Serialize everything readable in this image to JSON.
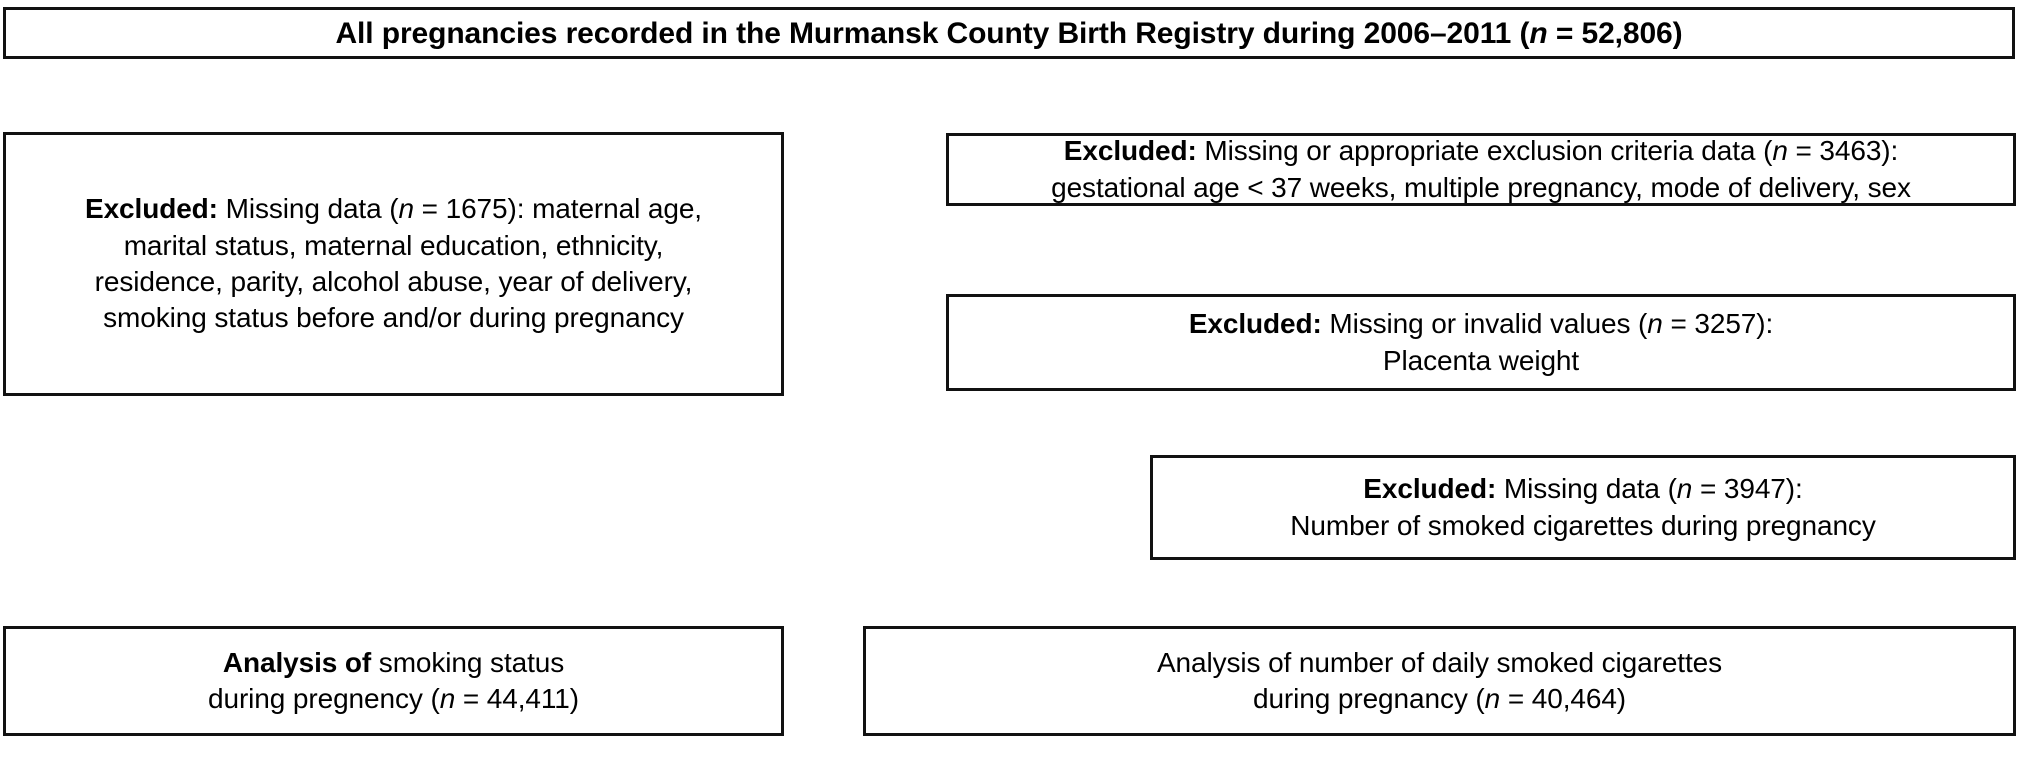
{
  "figure": {
    "type": "flowchart",
    "kind": "study-participant-flow-diagram",
    "boxes": [
      {
        "id": "title",
        "role": "cohort-source",
        "lines": [
          {
            "bold": "",
            "text": "All pregnancies recorded in the Murmansk County Birth Registry during 2006–2011 (",
            "italic_n": "n",
            "tail": " = 52,806)"
          }
        ],
        "plain_text": "All pregnancies recorded in the Murmansk County Birth Registry during 2006–2011 (n = 52,806)"
      },
      {
        "id": "excluded-1",
        "role": "exclusion",
        "label": "Excluded:",
        "n": "1675",
        "lines": [
          "Excluded: Missing data (n = 1675): maternal age,",
          "marital status, maternal education, ethnicity,",
          "residence, parity, alcohol abuse, year of delivery,",
          "smoking status before and/or during pregnancy"
        ]
      },
      {
        "id": "excluded-2",
        "role": "exclusion",
        "label": "Excluded:",
        "n": "3463",
        "lines": [
          "Excluded: Missing or appropriate exclusion criteria data (n = 3463):",
          "gestational age < 37 weeks, multiple pregnancy, mode of delivery, sex"
        ]
      },
      {
        "id": "excluded-3",
        "role": "exclusion",
        "label": "Excluded:",
        "n": "3257",
        "lines": [
          "Excluded: Missing or invalid values (n = 3257):",
          "Placenta weight"
        ]
      },
      {
        "id": "excluded-4",
        "role": "exclusion",
        "label": "Excluded:",
        "n": "3947",
        "lines": [
          "Excluded: Missing data (n = 3947):",
          "Number of smoked cigarettes during pregnancy"
        ]
      },
      {
        "id": "analysis-1",
        "role": "analysis-outcome",
        "n": "44,411",
        "lines": [
          "Analysis of smoking status",
          "during pregnency (n = 44,411)"
        ]
      },
      {
        "id": "analysis-2",
        "role": "analysis-outcome",
        "n": "40,464",
        "lines": [
          "Analysis of number of daily smoked cigarettes",
          "during pregnancy (n = 40,464)"
        ]
      }
    ]
  },
  "title_box": {
    "bold_prefix": "All pregnancies recorded in the Murmansk County Birth Registry during 2006–2011 (",
    "italic_n": "n",
    "bold_suffix": " = 52,806)"
  },
  "excluded_1": {
    "label": "Excluded:",
    "line1_a": " Missing data (",
    "line1_n": "n",
    "line1_b": " = 1675): maternal age,",
    "line2": "marital status, maternal education, ethnicity,",
    "line3": "residence, parity, alcohol abuse, year of delivery,",
    "line4": "smoking status before and/or during pregnancy"
  },
  "excluded_2": {
    "label": "Excluded:",
    "line1_a": " Missing or appropriate exclusion criteria data (",
    "line1_n": "n",
    "line1_b": " = 3463):",
    "line2": "gestational age < 37 weeks, multiple pregnancy, mode of delivery, sex"
  },
  "excluded_3": {
    "label": "Excluded:",
    "line1_a": " Missing or invalid values (",
    "line1_n": "n",
    "line1_b": " = 3257):",
    "line2": "Placenta weight"
  },
  "excluded_4": {
    "label": "Excluded:",
    "line1_a": " Missing data (",
    "line1_n": "n",
    "line1_b": " = 3947):",
    "line2": "Number of smoked cigarettes during pregnancy"
  },
  "analysis_1": {
    "bold_prefix": "Analysis of",
    "line1_rest": " smoking status",
    "line2_a": "during pregnency (",
    "line2_n": "n",
    "line2_b": " = 44,411)"
  },
  "analysis_2": {
    "line1": "Analysis of number of daily smoked cigarettes",
    "line2_a": "during pregnancy (",
    "line2_n": "n",
    "line2_b": " = 40,464)"
  },
  "style": {
    "border_color": "#111111",
    "background": "#ffffff",
    "text_color": "#000000"
  }
}
